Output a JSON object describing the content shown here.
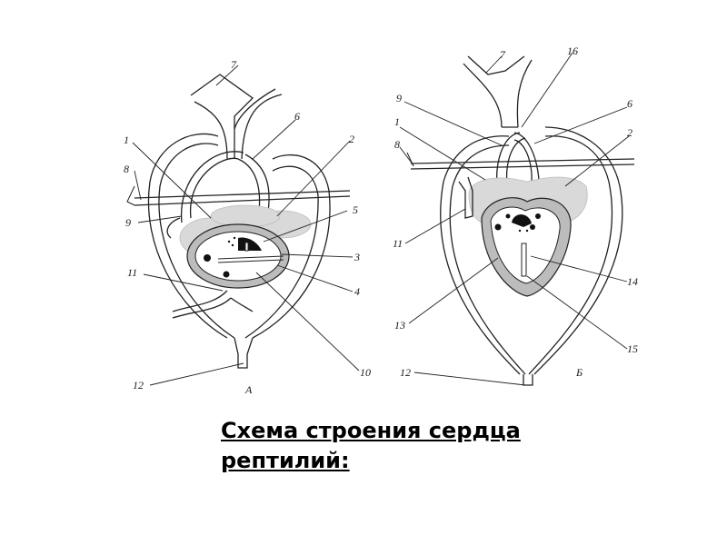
{
  "title": "Схема строения сердца рептилий:",
  "diagram_a": {
    "caption": "А",
    "labels": [
      "7",
      "6",
      "1",
      "2",
      "8",
      "9",
      "5",
      "3",
      "11",
      "4",
      "12",
      "10"
    ]
  },
  "diagram_b": {
    "caption": "Б",
    "labels": [
      "7",
      "16",
      "9",
      "6",
      "1",
      "2",
      "8",
      "11",
      "14",
      "13",
      "15",
      "12"
    ]
  }
}
